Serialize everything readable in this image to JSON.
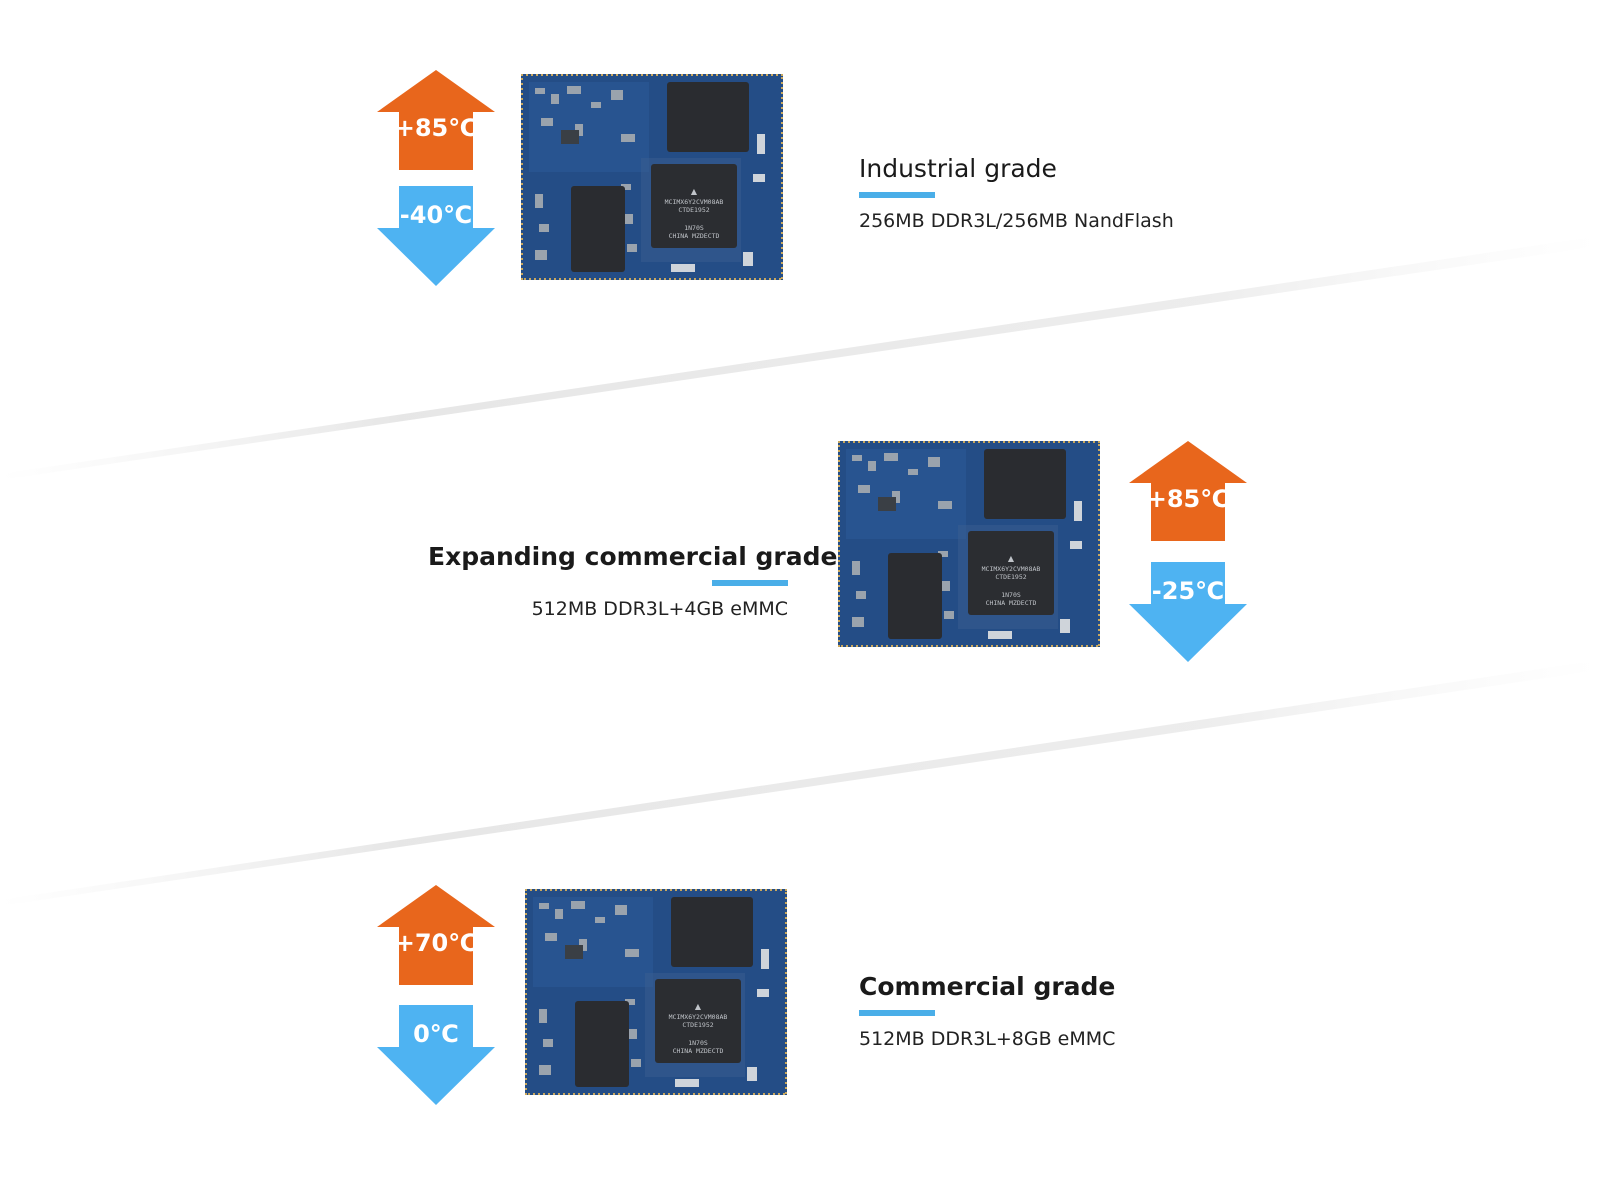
{
  "colors": {
    "hot_arrow": "#e8661c",
    "cold_arrow": "#4eb3f2",
    "accent_rule": "#4aaee8",
    "pcb_blue": "#244d86"
  },
  "chip_marking": {
    "line1": "MCIMX6Y2CVM08AB",
    "line2": "CTDE1952",
    "line3": "1N70S",
    "line4": "CHINA MZDECTD"
  },
  "grades": [
    {
      "title": "Industrial grade",
      "spec": "256MB DDR3L/256MB NandFlash",
      "max_temp": "+85℃",
      "min_temp": "-40℃"
    },
    {
      "title": "Expanding commercial grade",
      "spec": "512MB DDR3L+4GB eMMC",
      "max_temp": "+85℃",
      "min_temp": "-25℃"
    },
    {
      "title": "Commercial grade",
      "spec": "512MB DDR3L+8GB eMMC",
      "max_temp": "+70℃",
      "min_temp": "0℃"
    }
  ]
}
